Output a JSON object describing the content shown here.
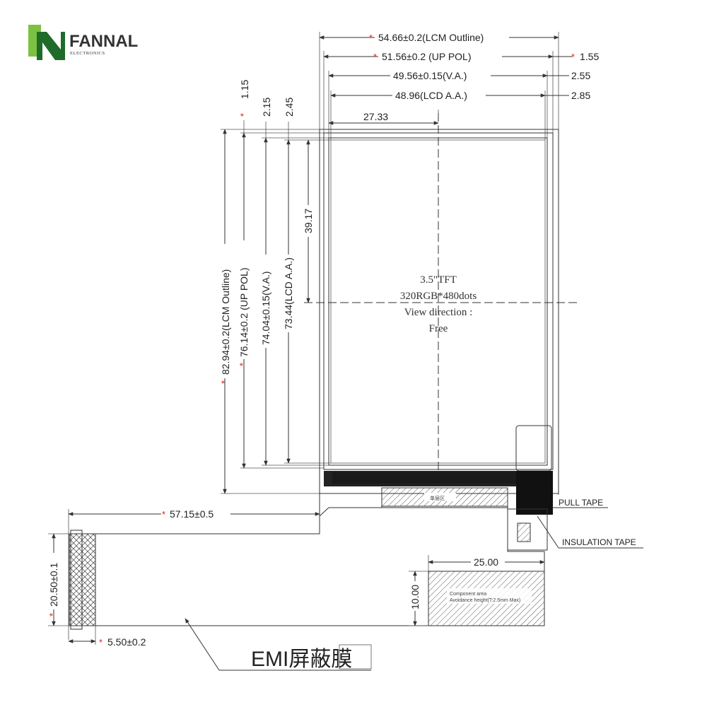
{
  "brand": {
    "name": "FANNAL",
    "sub": "ELECTRONICS",
    "colors": {
      "green_dark": "#1f6b2a",
      "green_light": "#7cc142",
      "text": "#333333"
    }
  },
  "star": "*",
  "dims": {
    "lcm_outline_w": "54.66±0.2(LCM Outline)",
    "up_pol_w": "51.56±0.2 (UP POL)",
    "va_w": "49.56±0.15(V.A.)",
    "lcd_aa_w": "48.96(LCD A.A.)",
    "offset_right_1": "1.55",
    "offset_right_2": "2.55",
    "offset_right_3": "2.85",
    "center_x": "27.33",
    "offset_top_1": "1.15",
    "offset_top_2": "2.15",
    "offset_top_3": "2.45",
    "center_y": "39.17",
    "lcm_outline_h": "82.94±0.2(LCM Outline)",
    "up_pol_h": "76.14±0.2 (UP POL)",
    "va_h": "74.04±0.15(V.A.)",
    "lcd_aa_h": "73.44(LCD A.A.)",
    "fpc_len": "57.15±0.5",
    "fpc_width": "20.50±0.1",
    "finger_len": "5.50±0.2",
    "stiff_w": "25.00",
    "stiff_h": "10.00"
  },
  "panel": {
    "line1": "3.5\"TFT",
    "line2": "320RGB*480dots",
    "line3": "View direction :",
    "line4": "Free"
  },
  "labels": {
    "pull_tape": "PULL TAPE",
    "insulation_tape": "INSULATION TAPE",
    "single_layer": "单层区",
    "emi": "EMI屏蔽膜",
    "component_note_1": "Component area",
    "component_note_2": "Avoidance height(T:2.5mm Max)"
  }
}
